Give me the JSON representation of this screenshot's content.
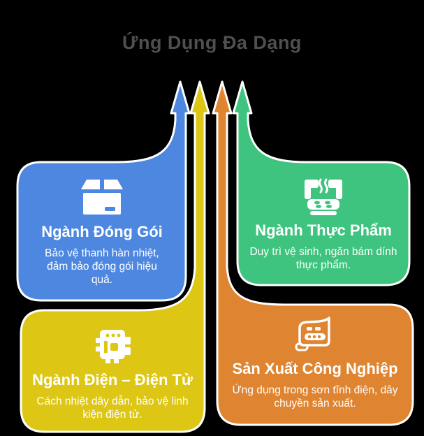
{
  "title": "Ứng Dụng Đa Dạng",
  "colors": {
    "background": "#000000",
    "title_text": "#4f4f4f",
    "card_text": "#ffffff",
    "outline": "#ffffff",
    "blue": "#4d87e0",
    "green": "#3ec47e",
    "yellow": "#ddc714",
    "orange": "#df8430"
  },
  "cards": [
    {
      "id": "packaging",
      "color_key": "blue",
      "icon": "package-icon",
      "title": "Ngành Đóng Gói",
      "description": "Bảo vệ thanh hàn nhiệt, đảm bảo đóng gói hiệu quả."
    },
    {
      "id": "food",
      "color_key": "green",
      "icon": "grill-icon",
      "title": "Ngành Thực Phẩm",
      "description": "Duy trì vệ sinh, ngăn bám dính thực phẩm."
    },
    {
      "id": "electronics",
      "color_key": "yellow",
      "icon": "chip-icon",
      "title": "Ngành Điện – Điện Tử",
      "description": "Cách nhiệt dây dẫn, bảo vệ linh kiện điện tử."
    },
    {
      "id": "industrial",
      "color_key": "orange",
      "icon": "conveyor-icon",
      "title": "Sản Xuất Công Nghiệp",
      "description": "Ứng dụng trong sơn tĩnh điện, dây chuyền sản xuất."
    }
  ]
}
